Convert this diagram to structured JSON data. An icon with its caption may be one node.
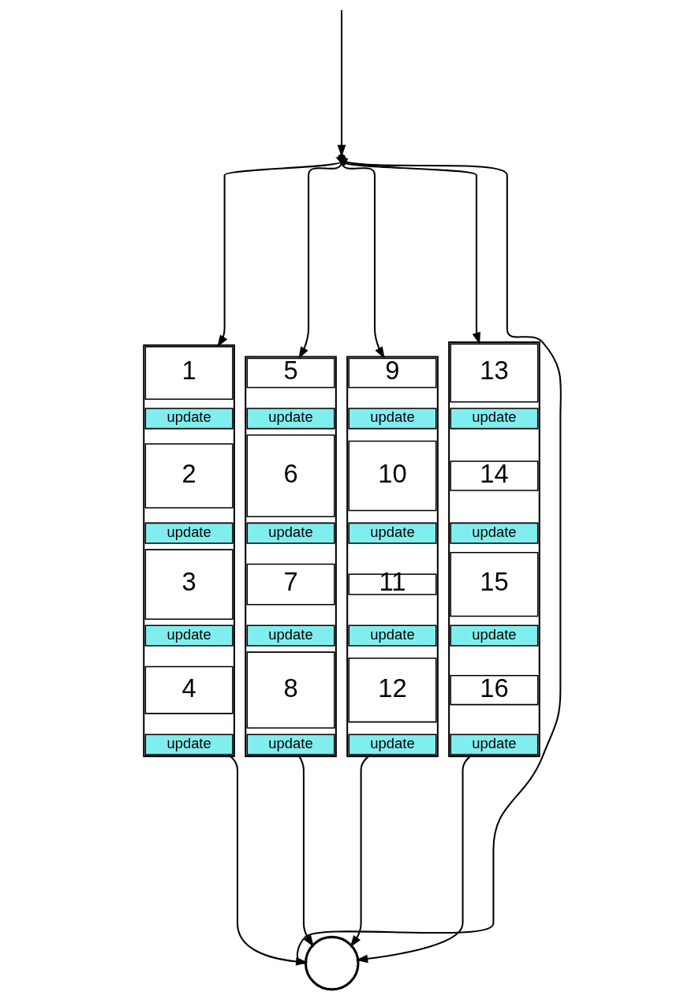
{
  "diagram": {
    "nodes": [
      {
        "text": [],
        "shape": "point"
      },
      {
        "text": [],
        "shape": "box"
      },
      {
        "text": [
          "1"
        ],
        "in": 1
      },
      {
        "text": [
          "update"
        ],
        "in": 1
      },
      {
        "text": [
          "2"
        ],
        "in": 1
      },
      {
        "text": [
          "update"
        ],
        "in": 1
      },
      {
        "text": [
          "3"
        ],
        "in": 1
      },
      {
        "text": [
          "update"
        ],
        "in": 1
      },
      {
        "text": [
          "4"
        ],
        "in": 1
      },
      {
        "text": [
          "update"
        ],
        "in": 1
      },
      {
        "text": [],
        "shape": "box"
      },
      {
        "text": [
          "5"
        ],
        "in": 10
      },
      {
        "text": [
          "update"
        ],
        "in": 10
      },
      {
        "text": [
          "6"
        ],
        "in": 10
      },
      {
        "text": [
          "update"
        ],
        "in": 10
      },
      {
        "text": [
          "7"
        ],
        "in": 10
      },
      {
        "text": [
          "update"
        ],
        "in": 10
      },
      {
        "text": [
          "8"
        ],
        "in": 10
      },
      {
        "text": [
          "update"
        ],
        "in": 10
      },
      {
        "text": [],
        "shape": "box"
      },
      {
        "text": [
          "9"
        ],
        "in": 19
      },
      {
        "text": [
          "update"
        ],
        "in": 19
      },
      {
        "text": [
          "10"
        ],
        "in": 19
      },
      {
        "text": [
          "update"
        ],
        "in": 19
      },
      {
        "text": [
          "11"
        ],
        "in": 19
      },
      {
        "text": [
          "update"
        ],
        "in": 19
      },
      {
        "text": [
          "12"
        ],
        "in": 19
      },
      {
        "text": [
          "update"
        ],
        "in": 19
      },
      {
        "text": [],
        "shape": "box"
      },
      {
        "text": [
          "13"
        ],
        "in": 28
      },
      {
        "text": [
          "update"
        ],
        "in": 28
      },
      {
        "text": [
          "14"
        ],
        "in": 28
      },
      {
        "text": [
          "update"
        ],
        "in": 28
      },
      {
        "text": [
          "15"
        ],
        "in": 28
      },
      {
        "text": [
          "update"
        ],
        "in": 28
      },
      {
        "text": [
          "16"
        ],
        "in": 28
      },
      {
        "text": [
          "update"
        ],
        "in": 28
      },
      {
        "text": [],
        "shape": "circle"
      }
    ],
    "edges": [
      {
        "from": null,
        "to": 0,
        "arrow": "to"
      },
      {
        "from": 37,
        "to": 0,
        "arrow": "to"
      },
      {
        "from": 0,
        "to": 1,
        "arrow": "to"
      },
      {
        "from": 0,
        "to": 10,
        "arrow": "to"
      },
      {
        "from": 0,
        "to": 19,
        "arrow": "to"
      },
      {
        "from": 0,
        "to": 28,
        "arrow": "to"
      },
      {
        "from": 9,
        "to": 37,
        "arrow": "to"
      },
      {
        "from": 18,
        "to": 37,
        "arrow": "to"
      },
      {
        "from": 27,
        "to": 37,
        "arrow": "to"
      },
      {
        "from": 36,
        "to": 37,
        "arrow": "to"
      }
    ]
  }
}
